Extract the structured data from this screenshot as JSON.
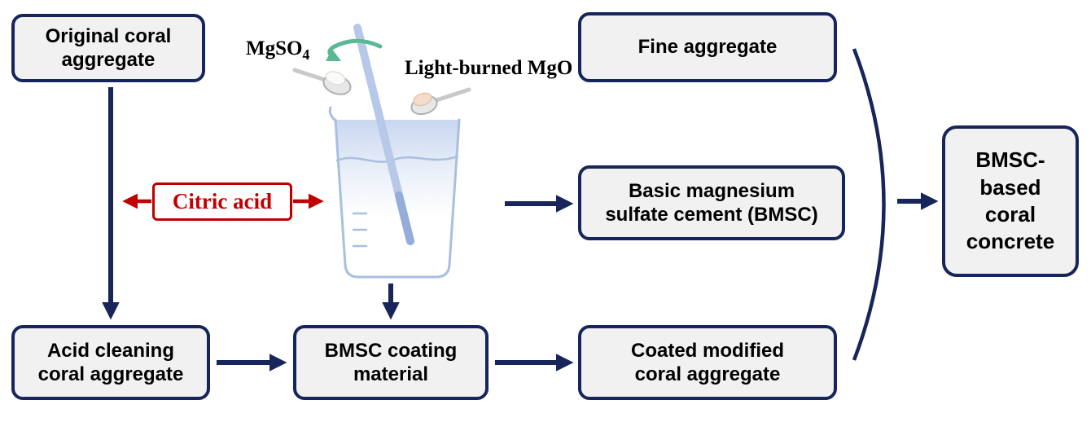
{
  "boxes": {
    "original": {
      "label": "Original coral\naggregate"
    },
    "fine": {
      "label": "Fine aggregate"
    },
    "citric": {
      "label": "Citric acid"
    },
    "cement": {
      "label": "Basic magnesium\nsulfate cement (BMSC)"
    },
    "concrete": {
      "label": "BMSC-\nbased\ncoral\nconcrete"
    },
    "acid": {
      "label": "Acid cleaning\ncoral aggregate"
    },
    "coating": {
      "label": "BMSC coating\nmaterial"
    },
    "coated": {
      "label": "Coated modified\ncoral aggregate"
    }
  },
  "annotations": {
    "mgso4_base": "MgSO",
    "mgso4_sub": "4",
    "light_burned_mgo": "Light-burned MgO"
  },
  "colors": {
    "navy": "#17255a",
    "red": "#c00000",
    "green": "#5ab893",
    "box_fill": "#f1f1f1",
    "beaker_outline": "#a9bfe2"
  }
}
